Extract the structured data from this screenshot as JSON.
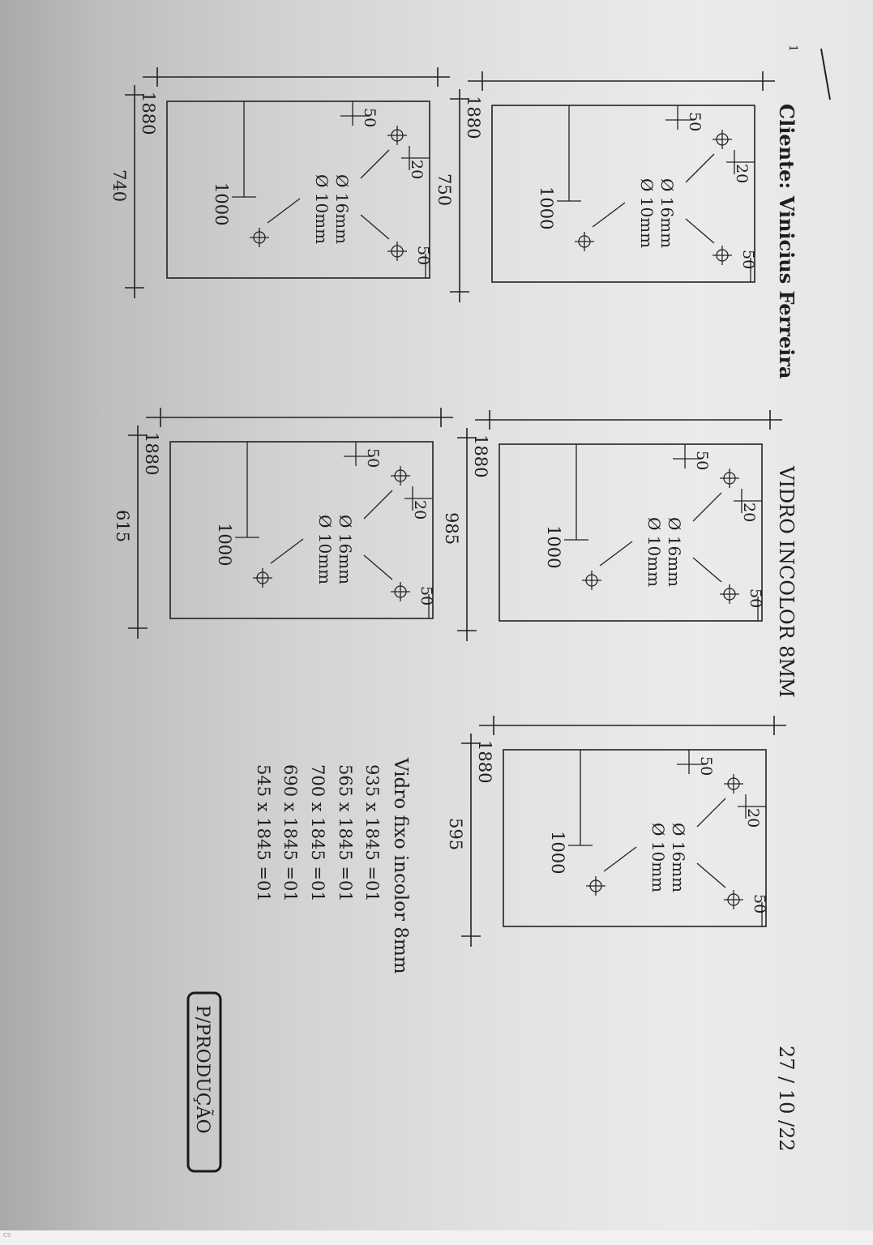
{
  "header": {
    "client": "Cliente: Vinicius Ferreira",
    "title": "VIDRO INCOLOR 8MM",
    "date": "27 / 10 /22",
    "corner_mark": "1"
  },
  "piece_labels": {
    "length": "1880",
    "handle_offset": "1000",
    "edge_offset": "50",
    "hole_spacing": "20",
    "hole_16": "Ø 16mm",
    "hole_10": "Ø 10mm"
  },
  "panels": [
    {
      "width": "750"
    },
    {
      "width": "985"
    },
    {
      "width": "595"
    },
    {
      "width": "740"
    },
    {
      "width": "615"
    }
  ],
  "fixed_glass": {
    "title": "Vidro fixo incolor 8mm",
    "items": [
      "935 x 1845 =01",
      "565 x 1845 =01",
      "700 x 1845 =01",
      "690 x 1845 =01",
      "545 x 1845 =01"
    ]
  },
  "stamp": "P/PRODUÇÃO",
  "footer_text": "CS"
}
